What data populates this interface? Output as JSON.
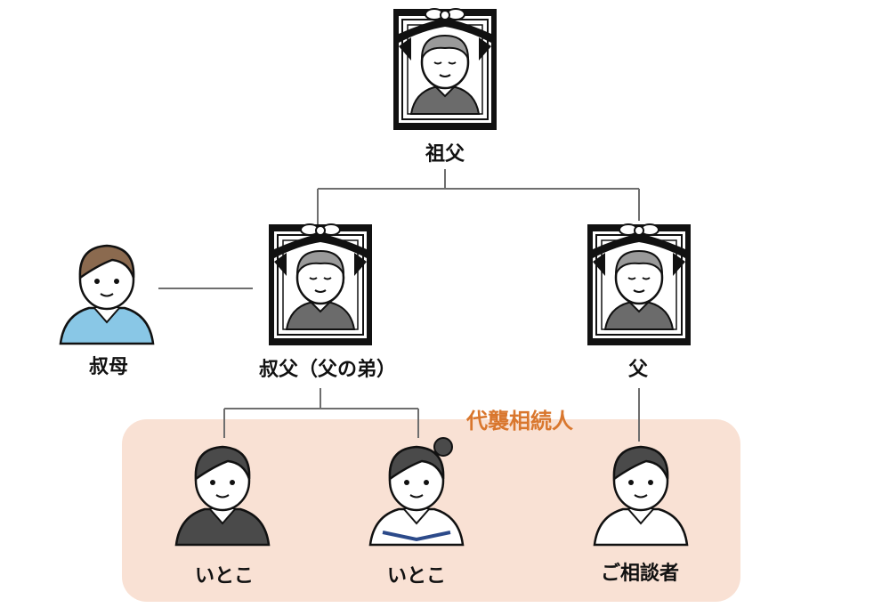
{
  "colors": {
    "heir_box_bg": "#f9e1d4",
    "heir_label": "#d9772e",
    "line": "#6e6e6e",
    "hair_dark": "#4a4a4a",
    "hair_gray": "#9a9a9a",
    "hair_brown": "#8b6a4f",
    "skin": "#ffffff",
    "shirt_gray": "#6b6b6b",
    "shirt_blue": "#89c7e6"
  },
  "heir_group_label": "代襲相続人",
  "people": {
    "grandfather": {
      "label": "祖父",
      "status": "deceased",
      "icon": "elderly-man-memorial-portrait-icon"
    },
    "uncle": {
      "label": "叔父（父の弟）",
      "status": "deceased",
      "icon": "elderly-man-memorial-portrait-icon"
    },
    "father": {
      "label": "父",
      "status": "deceased",
      "icon": "elderly-man-memorial-portrait-icon"
    },
    "aunt": {
      "label": "叔母",
      "icon": "woman-avatar-icon"
    },
    "cousin_male": {
      "label": "いとこ",
      "icon": "boy-uniform-avatar-icon"
    },
    "cousin_female": {
      "label": "いとこ",
      "icon": "girl-sailor-uniform-avatar-icon"
    },
    "client": {
      "label": "ご相談者",
      "icon": "man-avatar-icon"
    }
  }
}
